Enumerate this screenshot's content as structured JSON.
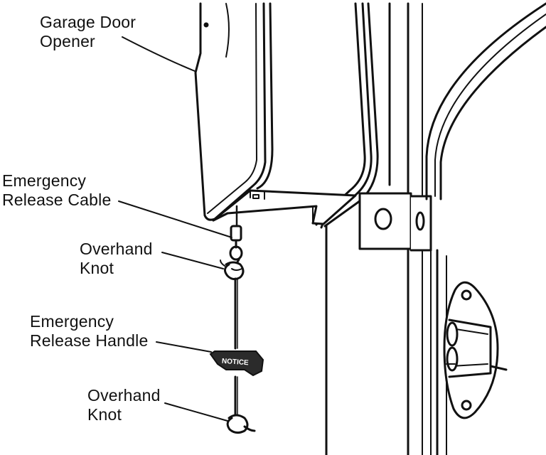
{
  "labels": {
    "opener": {
      "line1": "Garage Door",
      "line2": "Opener"
    },
    "cable": {
      "line1": "Emergency",
      "line2": "Release Cable"
    },
    "knot_top": {
      "line1": "Overhand",
      "line2": "Knot"
    },
    "handle": {
      "line1": "Emergency",
      "line2": "Release Handle"
    },
    "knot_bottom": {
      "line1": "Overhand",
      "line2": "Knot"
    }
  },
  "handle_text": "NOTICE",
  "colors": {
    "stroke": "#111111",
    "fill": "#ffffff",
    "handle_fill": "#2b2b2b",
    "handle_text": "#ffffff"
  }
}
